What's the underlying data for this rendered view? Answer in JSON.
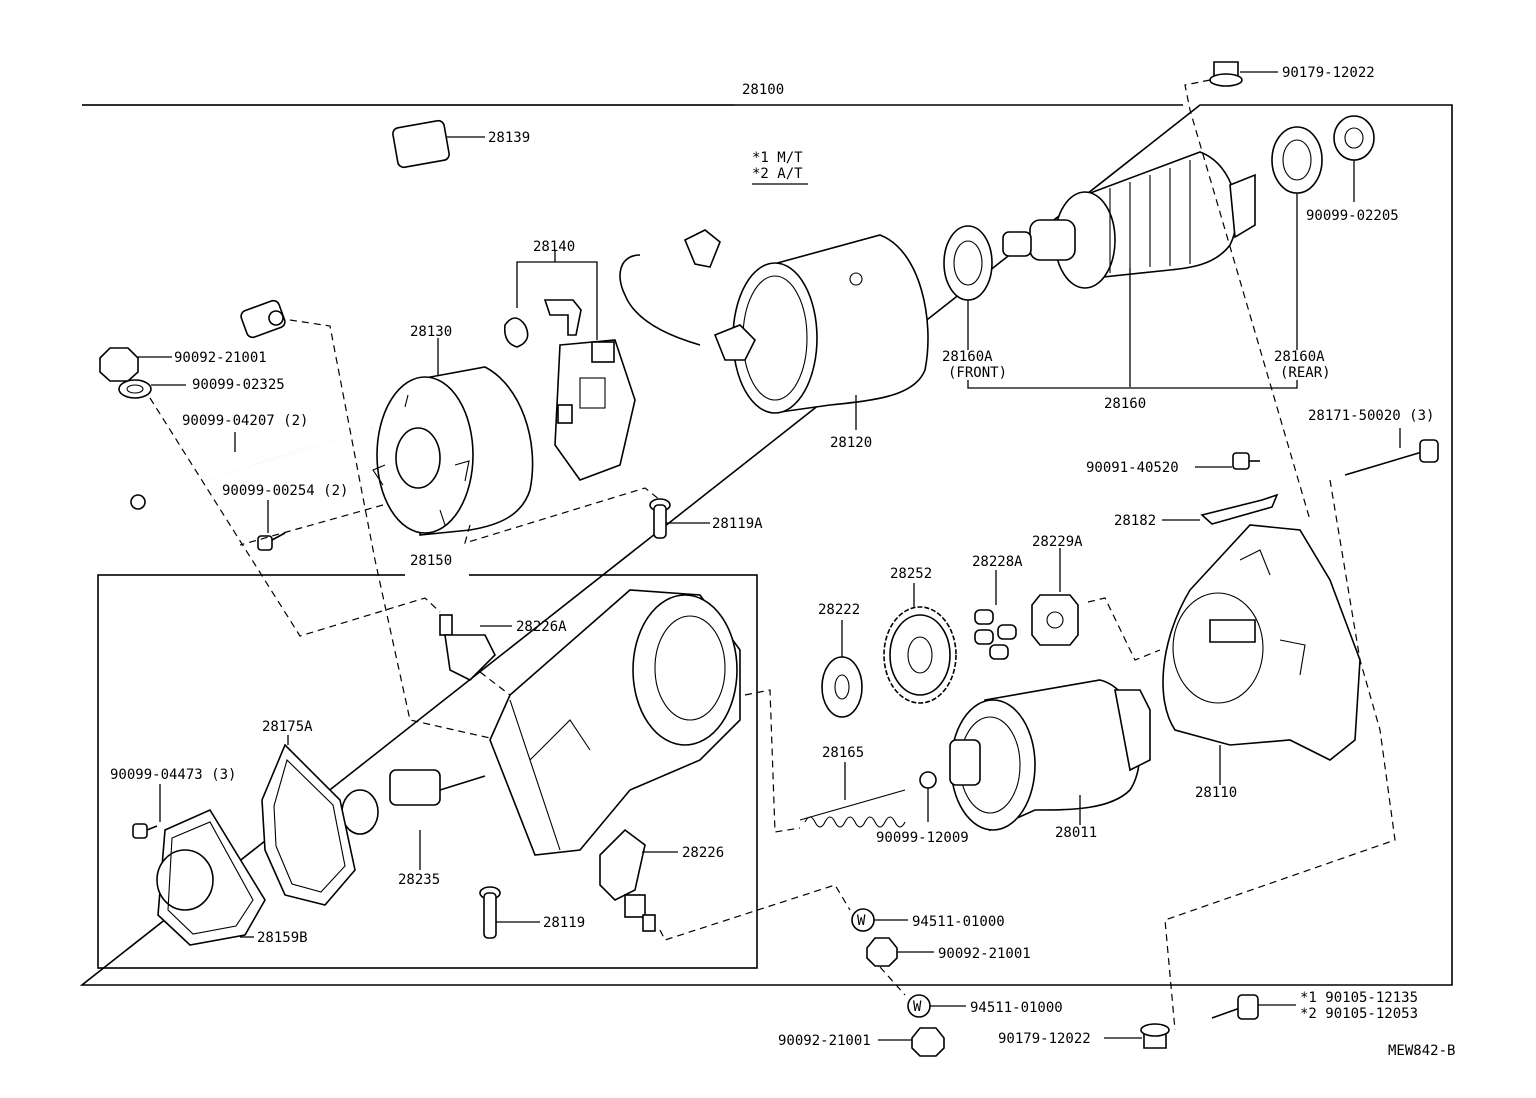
{
  "diagram": {
    "figure_code": "MEW842-B",
    "assembly_label": "28100",
    "sub_assembly_label": "28150",
    "legend": {
      "line1": "*1 M/T",
      "line2": "*2 A/T"
    },
    "callouts": {
      "p28139": "28139",
      "p28140": "28140",
      "p28130": "28130",
      "p28120": "28120",
      "p28160": "28160",
      "p28160a_front": "28160A",
      "p28160a_front_note": "(FRONT)",
      "p28160a_rear": "28160A",
      "p28160a_rear_note": "(REAR)",
      "p90179_top": "90179-12022",
      "p90099_02205": "90099-02205",
      "p90092_21001_a": "90092-21001",
      "p90099_02325": "90099-02325",
      "p90099_04207": "90099-04207 (2)",
      "p90099_00254": "90099-00254 (2)",
      "p28119a": "28119A",
      "p28171": "28171-50020 (3)",
      "p90091": "90091-40520",
      "p28182": "28182",
      "p28226a": "28226A",
      "p28175a": "28175A",
      "p90099_04473": "90099-04473 (3)",
      "p28235": "28235",
      "p28159b": "28159B",
      "p28119": "28119",
      "p28226": "28226",
      "p28222": "28222",
      "p28252": "28252",
      "p28228a": "28228A",
      "p28229a": "28229A",
      "p28165": "28165",
      "p90099_12009": "90099-12009",
      "p28011": "28011",
      "p28110": "28110",
      "p94511_a": "94511-01000",
      "p90092_21001_b": "90092-21001",
      "p94511_b": "94511-01000",
      "p90092_21001_c": "90092-21001",
      "p90179_bottom": "90179-12022",
      "p90105_mt": "*1 90105-12135",
      "p90105_at": "*2 90105-12053",
      "washer_mark": "W"
    }
  }
}
